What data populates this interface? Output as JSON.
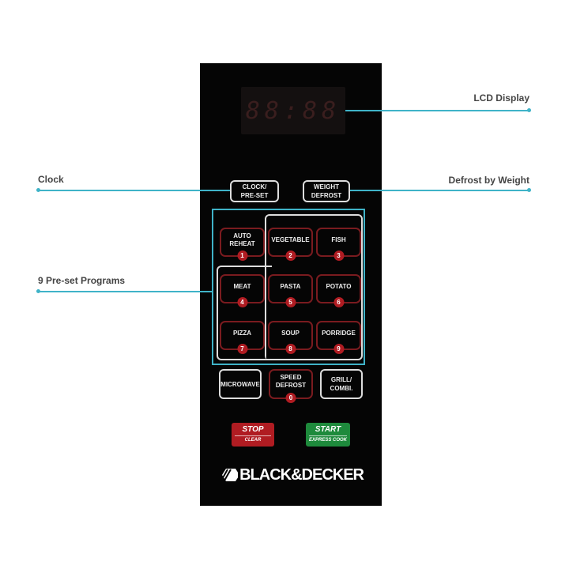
{
  "callouts": {
    "lcd": "LCD Display",
    "clock": "Clock",
    "defrost_weight": "Defrost by Weight",
    "presets": "9 Pre-set Programs"
  },
  "display": "88:88",
  "top_buttons": {
    "clock": [
      "CLOCK/",
      "PRE-SET"
    ],
    "weight": [
      "WEIGHT",
      "DEFROST"
    ]
  },
  "programs": [
    {
      "label": "AUTO REHEAT",
      "num": "1"
    },
    {
      "label": "VEGETABLE",
      "num": "2"
    },
    {
      "label": "FISH",
      "num": "3"
    },
    {
      "label": "MEAT",
      "num": "4"
    },
    {
      "label": "PASTA",
      "num": "5"
    },
    {
      "label": "POTATO",
      "num": "6"
    },
    {
      "label": "PIZZA",
      "num": "7"
    },
    {
      "label": "SOUP",
      "num": "8"
    },
    {
      "label": "PORRIDGE",
      "num": "9"
    }
  ],
  "bottom_buttons": {
    "microwave": "MICROWAVE",
    "speed": "SPEED DEFROST",
    "speed_num": "0",
    "grill": "GRILL/ COMBI."
  },
  "stop": {
    "label": "STOP",
    "sub": "CLEAR",
    "color": "#b01c22"
  },
  "start": {
    "label": "START",
    "sub": "EXPRESS COOK",
    "color": "#1e8a3c"
  },
  "brand": "BLACK&DECKER"
}
